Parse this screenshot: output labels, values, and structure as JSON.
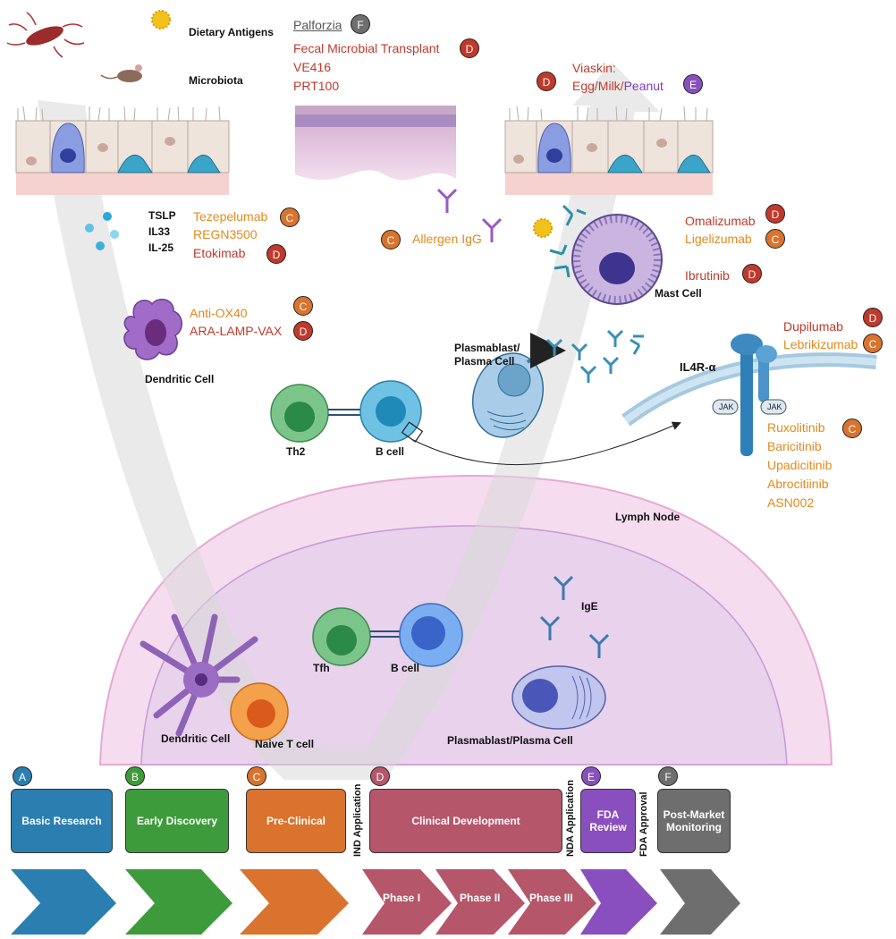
{
  "colors": {
    "stage_A": "#2a7fb0",
    "stage_B": "#3e9b3b",
    "stage_C": "#d9732d",
    "stage_D": "#b5566a",
    "stage_E": "#8a4fbf",
    "stage_F": "#6e6e6e",
    "drug_red": "#c0392b",
    "drug_orange": "#e08a1e",
    "drug_purple": "#7b3fb5"
  },
  "labels": {
    "dietary_antigens": "Dietary Antigens",
    "microbiota": "Microbiota",
    "tslp": "TSLP",
    "il33": "IL33",
    "il25": "IL-25",
    "dendritic_cell": "Dendritic Cell",
    "mast_cell": "Mast Cell",
    "plasmablast": "Plasmablast/",
    "plasma_cell": "Plasma Cell",
    "il4r": "IL4R-α",
    "jak": "JAK",
    "th2": "Th2",
    "b_cell": "B cell",
    "lymph_node": "Lymph Node",
    "ige": "IgE",
    "tfh": "Tfh",
    "b_cell_2": "B cell",
    "dendritic_cell_2": "Dendritic Cell",
    "naive_t_cell": "Naive T cell",
    "plasmablast_plasma_cell": "Plasmablast/Plasma Cell"
  },
  "drugs": {
    "palforzia": "Palforzia",
    "fmt": "Fecal Microbial Transplant",
    "ve416": "VE416",
    "prt100": "PRT100",
    "viaskin": "Viaskin:",
    "egg_milk": "Egg/Milk/",
    "peanut": "Peanut",
    "tezepelumab": "Tezepelumab",
    "regn3500": "REGN3500",
    "etokimab": "Etokimab",
    "allergen_igg": "Allergen IgG",
    "omalizumab": "Omalizumab",
    "ligelizumab": "Ligelizumab",
    "ibrutinib": "Ibrutinib",
    "anti_ox40": "Anti-OX40",
    "ara_lamp_vax": "ARA-LAMP-VAX",
    "dupilumab": "Dupilumab",
    "lebrikizumab": "Lebrikizumab",
    "ruxolitinib": "Ruxolitinib",
    "baricitinib": "Baricitinib",
    "upadicitinib": "Upadicitinib",
    "abrocitinib": "Abrocitiinib",
    "asn002": "ASN002"
  },
  "badges": {
    "A": "A",
    "B": "B",
    "C": "C",
    "D": "D",
    "E": "E",
    "F": "F"
  },
  "pipeline": {
    "stages": {
      "basic_research": "Basic Research",
      "early_discovery": "Early Discovery",
      "pre_clinical": "Pre-Clinical",
      "clinical_development": "Clinical Development",
      "fda_review_1": "FDA",
      "fda_review_2": "Review",
      "post_market_1": "Post-Market",
      "post_market_2": "Monitoring"
    },
    "milestones": {
      "ind": "IND Application",
      "nda": "NDA Application",
      "fda_approval": "FDA Approval"
    },
    "phases": {
      "phase1": "Phase I",
      "phase2": "Phase II",
      "phase3": "Phase III"
    }
  }
}
